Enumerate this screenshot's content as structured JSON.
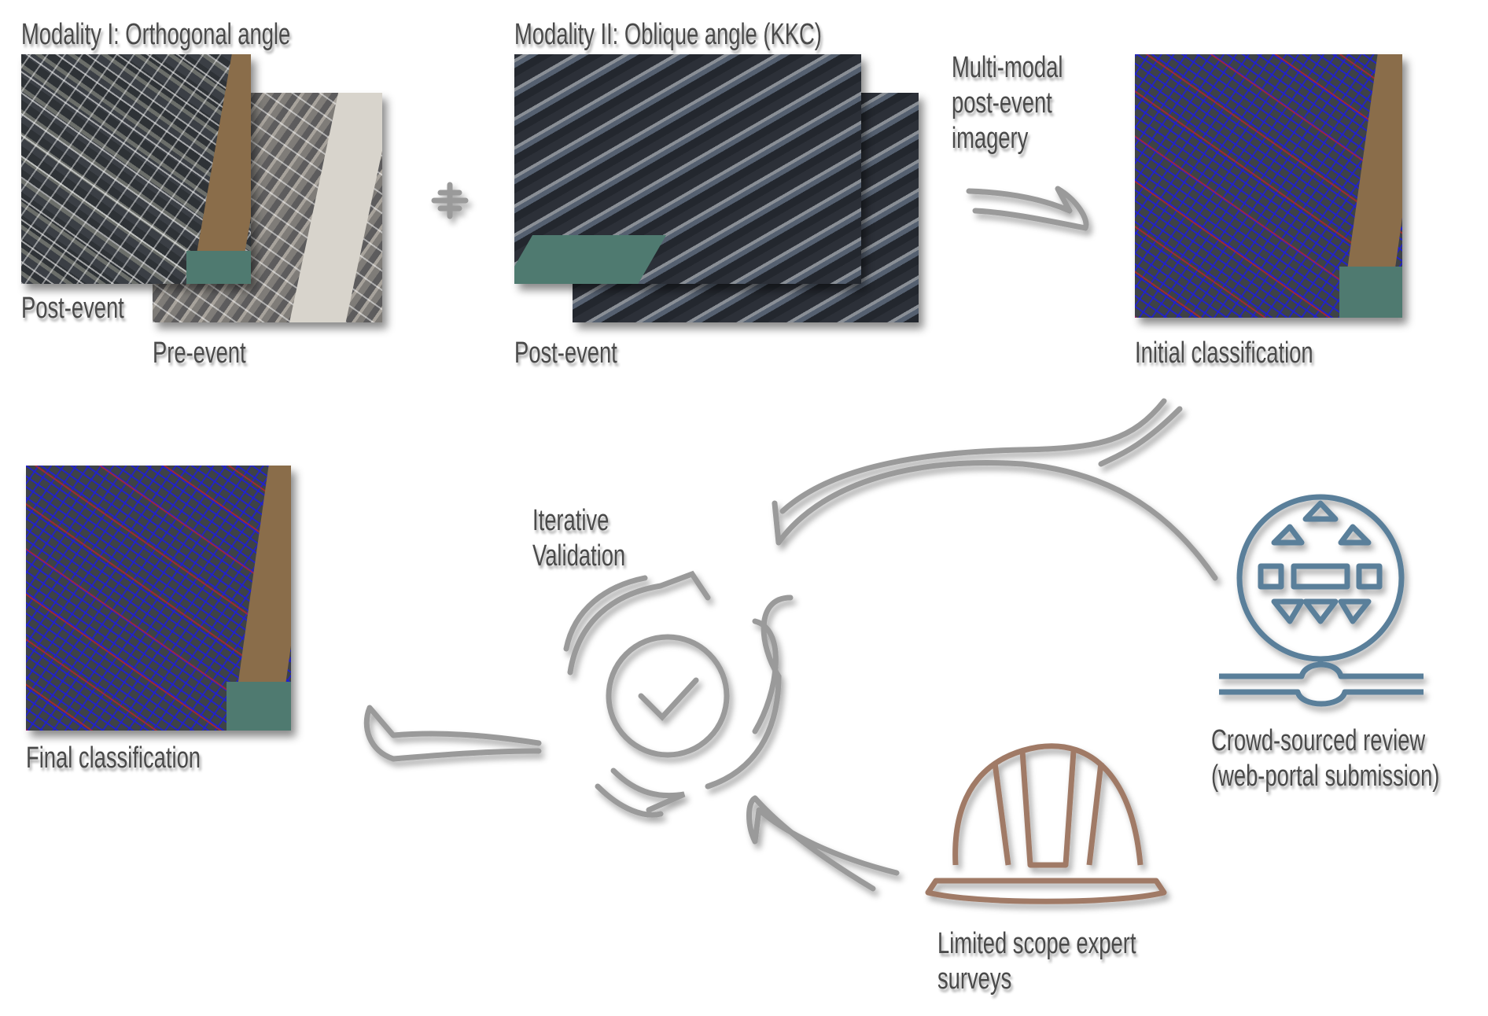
{
  "modality1": {
    "title": "Modality I: Orthogonal angle",
    "post_label": "Post-event",
    "pre_label": "Pre-event"
  },
  "plus_icon": "plus-icon",
  "modality2": {
    "title": "Modality II: Oblique angle (KKC)",
    "post_label": "Post-event"
  },
  "multimodal": {
    "line1": "Multi-modal",
    "line2": "post-event",
    "line3": "imagery"
  },
  "initial": {
    "label": "Initial classification"
  },
  "final": {
    "label": "Final classification"
  },
  "validation": {
    "line1": "Iterative",
    "line2": "Validation"
  },
  "crowd": {
    "line1": "Crowd-sourced review",
    "line2": "(web-portal submission)"
  },
  "expert": {
    "line1": "Limited scope expert",
    "line2": "surveys"
  },
  "colors": {
    "arrow": "#9a9a9a",
    "globe": "#5a7f9a",
    "helmet": "#a07a66",
    "damaged": "#e02020",
    "undamaged": "#2020d0"
  }
}
